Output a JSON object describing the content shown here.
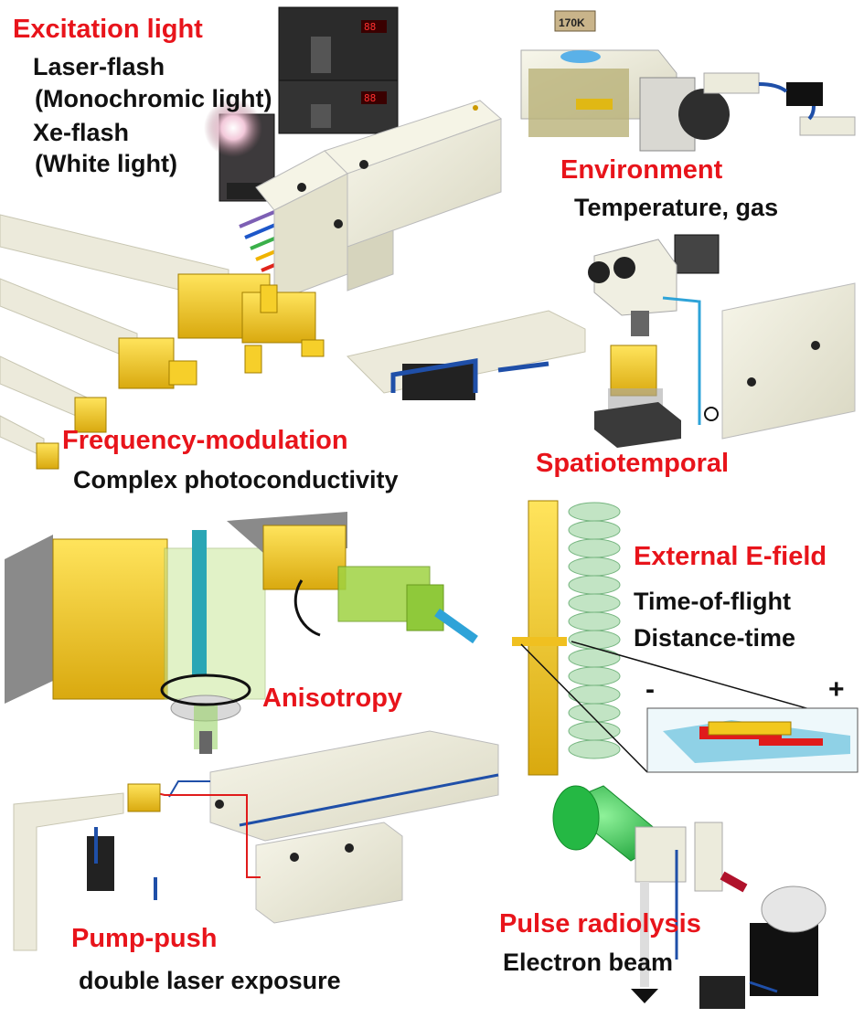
{
  "colors": {
    "heading": "#e8141b",
    "text": "#111111",
    "waveguide": "#f2c81e",
    "box": "#ecebdc",
    "cable": "#1f4fa8"
  },
  "sections": {
    "excitation": {
      "heading": "Excitation light",
      "line1": "Laser-flash",
      "line2": "(Monochromic light)",
      "line3": "Xe-flash",
      "line4": "(White light)"
    },
    "environment": {
      "heading": "Environment",
      "line1": "Temperature, gas",
      "thermo_label": "170K"
    },
    "frequency": {
      "heading": "Frequency-modulation",
      "line1": "Complex photoconductivity"
    },
    "spatiotemporal": {
      "heading": "Spatiotemporal"
    },
    "efield": {
      "heading": "External E-field",
      "line1": "Time-of-flight",
      "line2": "Distance-time",
      "minus": "-",
      "plus": "+"
    },
    "anisotropy": {
      "heading": "Anisotropy"
    },
    "pumppush": {
      "heading": "Pump-push",
      "line1": "double laser exposure"
    },
    "pulse": {
      "heading": "Pulse radiolysis",
      "line1": "Electron beam"
    }
  },
  "icons": [
    "laser-flash-icon",
    "xe-lamp-icon",
    "cryostat-icon",
    "microscope-icon",
    "waveguide-icon",
    "electron-gun-icon"
  ]
}
